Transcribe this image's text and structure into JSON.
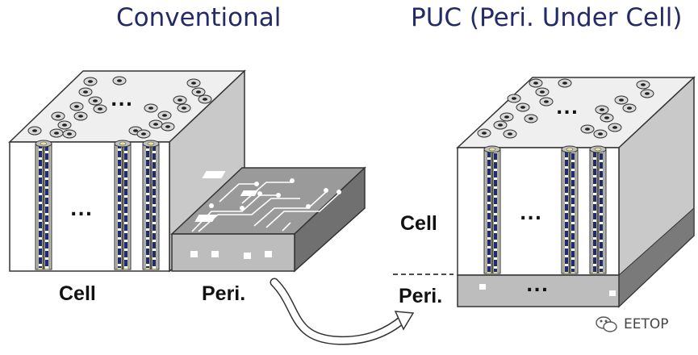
{
  "headings": {
    "conventional": "Conventional",
    "puc": "PUC (Peri. Under Cell)"
  },
  "labels": {
    "cell_left": "Cell",
    "peri_left": "Peri.",
    "cell_right": "Cell",
    "peri_right": "Peri."
  },
  "ellipsis": "...",
  "watermark": {
    "text": "EETOP",
    "icon": "wechat-logo-icon"
  },
  "colors": {
    "heading": "#232a66",
    "channel_blue": "#1f2a7a",
    "channel_yellow": "#e6e69a",
    "peri_top": "#9a9a9a",
    "peri_front": "#bdbdbd"
  }
}
